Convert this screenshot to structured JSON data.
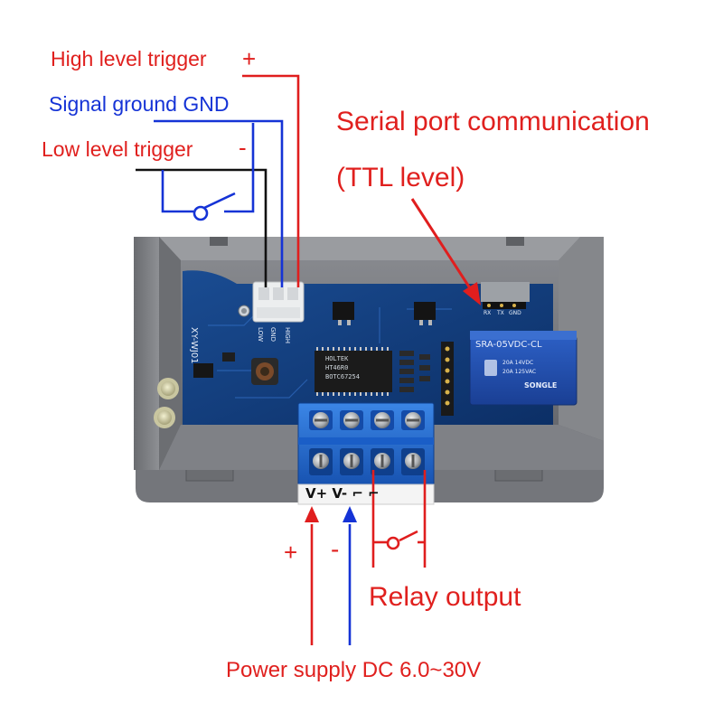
{
  "labels": {
    "high_trigger": "High level trigger",
    "high_sign": "+",
    "signal_gnd": "Signal ground GND",
    "low_trigger": "Low level trigger",
    "low_sign": "-",
    "serial_line1": "Serial port communication",
    "serial_line2": "(TTL level)",
    "plus": "+",
    "minus": "-",
    "relay_output": "Relay output",
    "power_supply": "Power supply DC 6.0~30V"
  },
  "board": {
    "model": "XY-WJ01",
    "pins": [
      "LOW",
      "GND",
      "HIGH"
    ],
    "serial_pins": [
      "RX",
      "TX",
      "GND"
    ],
    "terminal_label": "V+ V- ⌐ ⌐",
    "mcu_lines": [
      "HOLTEK",
      "HT46R0",
      "BOTC67254"
    ],
    "relay_lines": [
      "SRA-05VDC-CL",
      "20A 14VDC",
      "20A 125VAC",
      "SONGLE"
    ]
  },
  "colors": {
    "label_red": "#e0201e",
    "label_blue": "#1533d6",
    "wire_black": "#111111",
    "board_blue": "#0f3b7a",
    "case_gray": "#7d7f84",
    "terminal_blue": "#1f6ad1"
  }
}
